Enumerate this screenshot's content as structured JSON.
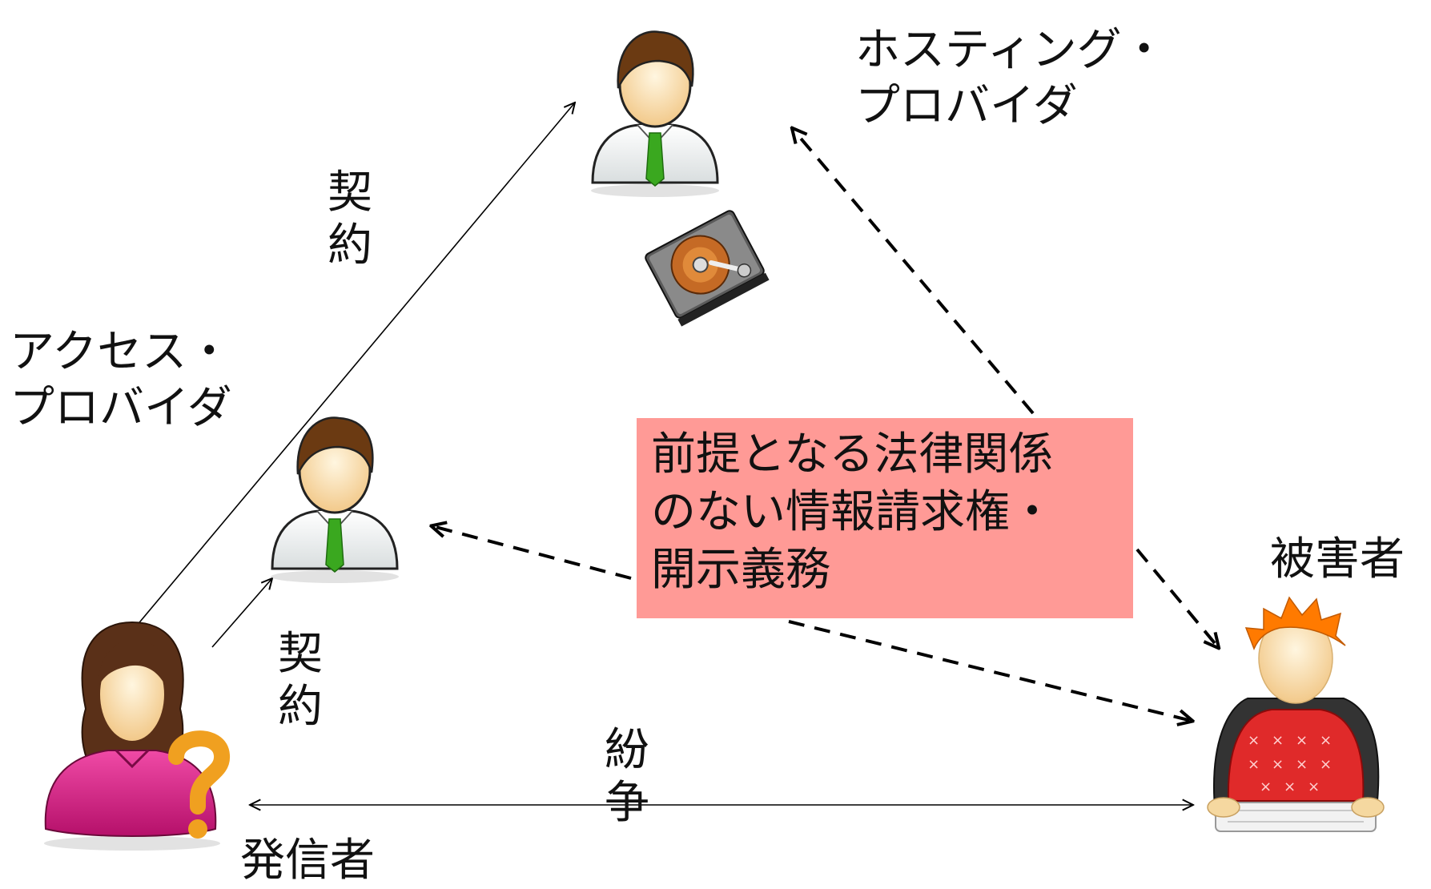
{
  "labels": {
    "hosting_provider": "ホスティング・\nプロバイダ",
    "access_provider": "アクセス・\nプロバイダ",
    "victim": "被害者",
    "sender": "発信者"
  },
  "contract_upper": [
    "契",
    "約"
  ],
  "contract_lower": [
    "契",
    "約"
  ],
  "dispute": [
    "紛",
    "争"
  ],
  "note": {
    "lines": [
      "前提となる法律関係",
      "のない情報請求権・",
      "開示義務"
    ],
    "color": "#ff9a96"
  },
  "icons": {
    "hosting_provider": "businessman-icon",
    "access_provider": "businessman-icon",
    "server": "hard-disk-icon",
    "sender": "woman-question-icon",
    "victim": "person-at-keyboard-icon"
  },
  "colors": {
    "tie": "#3aa81f",
    "hair_brown": "#6b3a12",
    "victim_hair": "#ff7a00",
    "sender_shirt": "#e0208a",
    "question_mark": "#f0a020",
    "victim_sweater": "#e02a2a"
  }
}
